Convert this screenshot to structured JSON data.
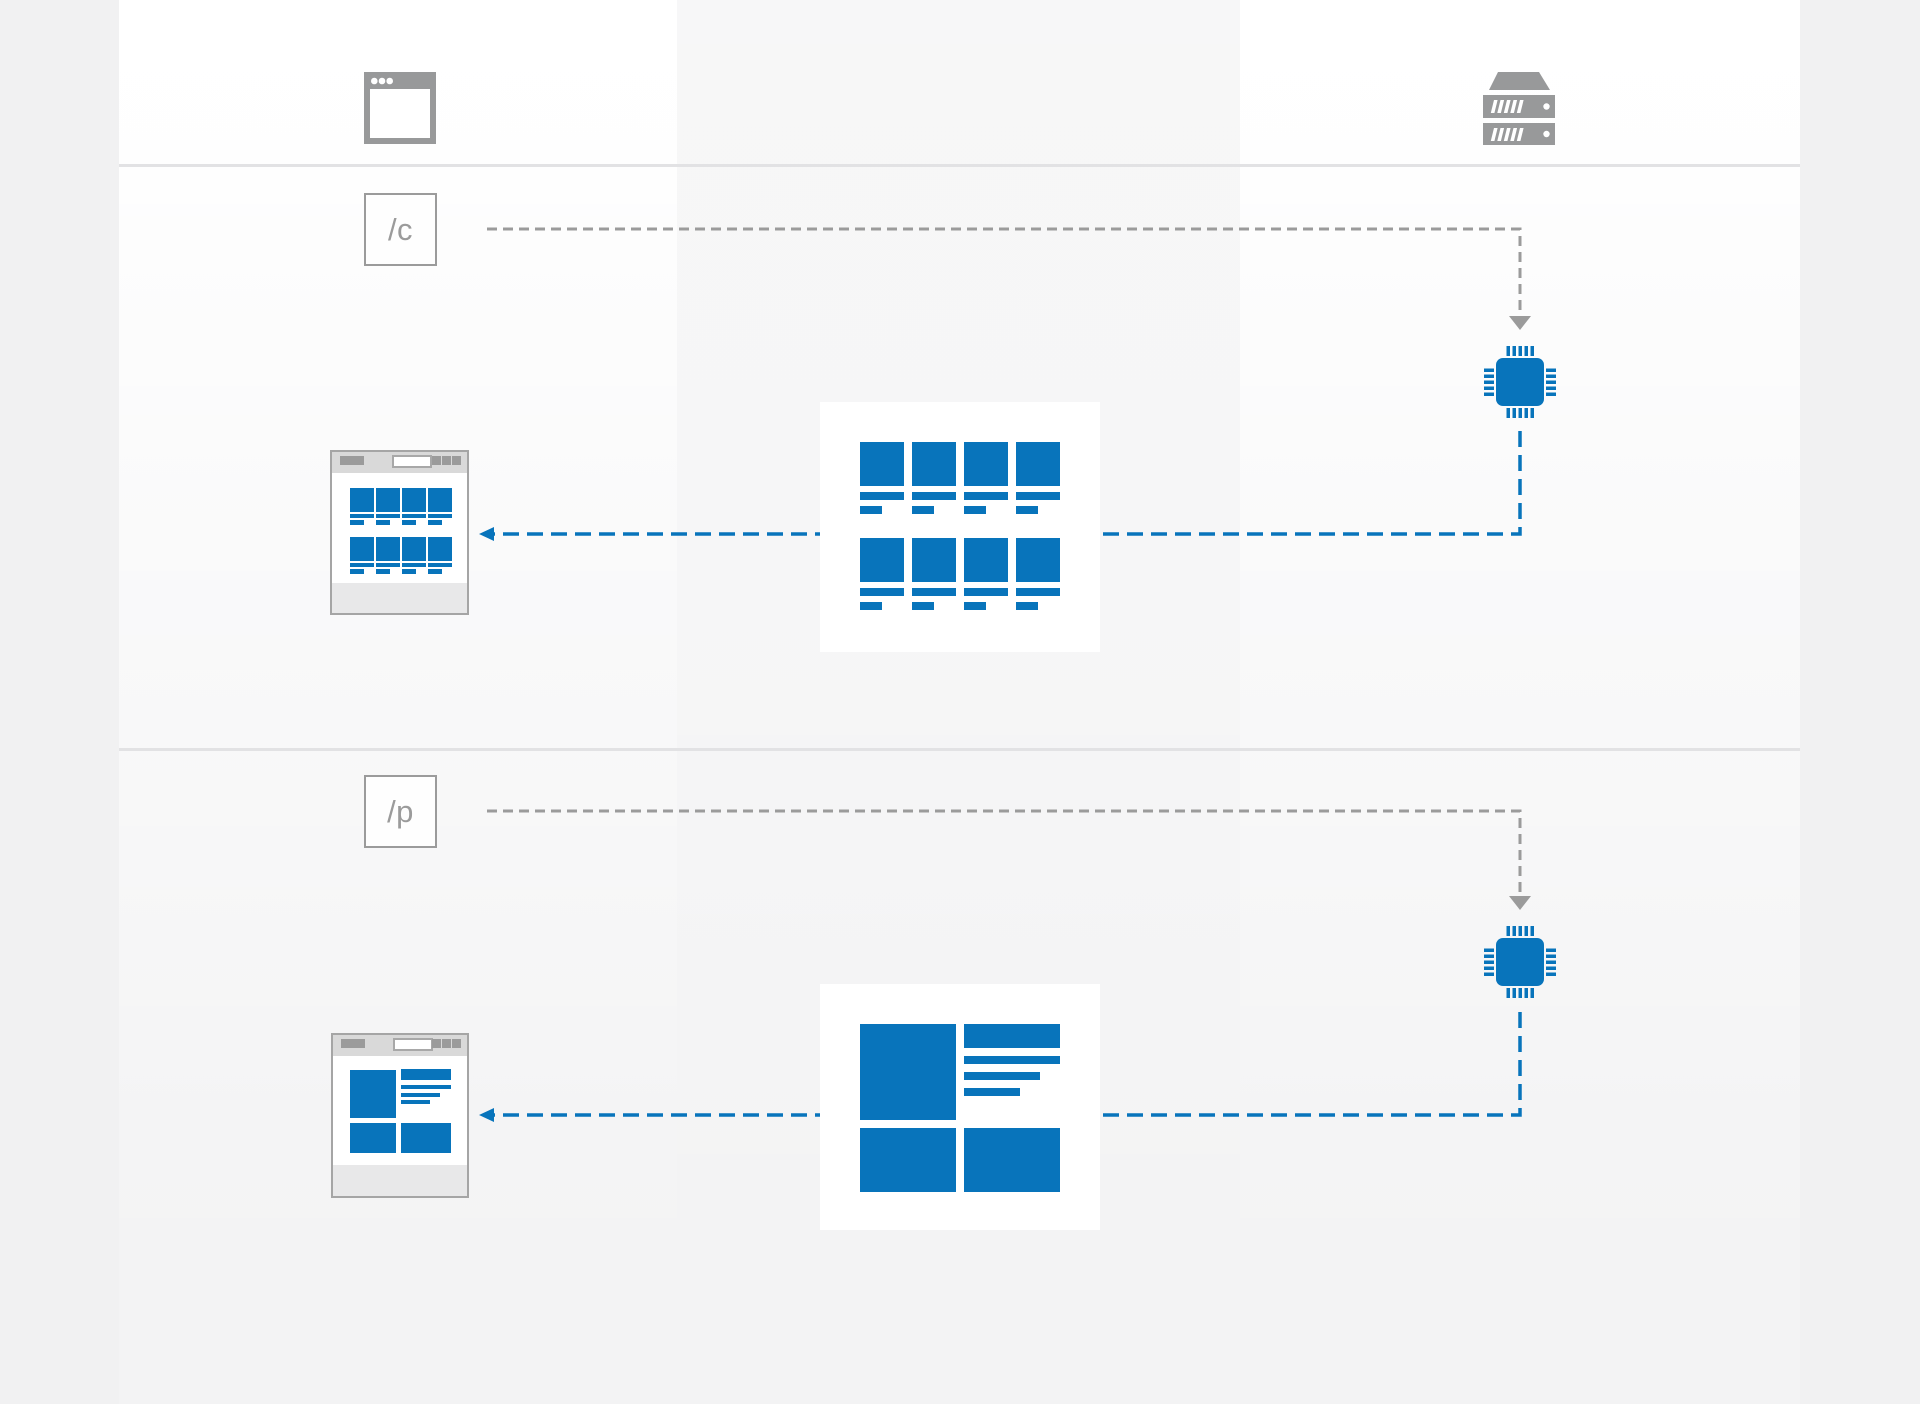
{
  "palette": {
    "blue": "#0874bb",
    "icon_gray": "#98999a",
    "line_gray": "#9b9b9b",
    "chrome_header_gray": "#d9d9d9",
    "chrome_footer_gray": "#e8e8e9",
    "separator_gray": "#e2e2e4",
    "card_white": "#ffffff"
  },
  "actors": {
    "client_icon": "browser-window-icon",
    "server_icon": "server-rack-icon"
  },
  "flows": [
    {
      "route_label": "/c",
      "request_arrow": "gray-dashed-client-to-server",
      "processor_icon": "cpu-chip-icon",
      "payload_preview": "card-grid-wireframe",
      "payload_grid": {
        "rows": 2,
        "cols": 4
      },
      "response_arrow": "blue-dashed-server-to-client",
      "client_result": "browser-preview-card-grid"
    },
    {
      "route_label": "/p",
      "request_arrow": "gray-dashed-client-to-server",
      "processor_icon": "cpu-chip-icon",
      "payload_preview": "product-detail-wireframe",
      "response_arrow": "blue-dashed-server-to-client",
      "client_result": "browser-preview-product-detail"
    }
  ]
}
